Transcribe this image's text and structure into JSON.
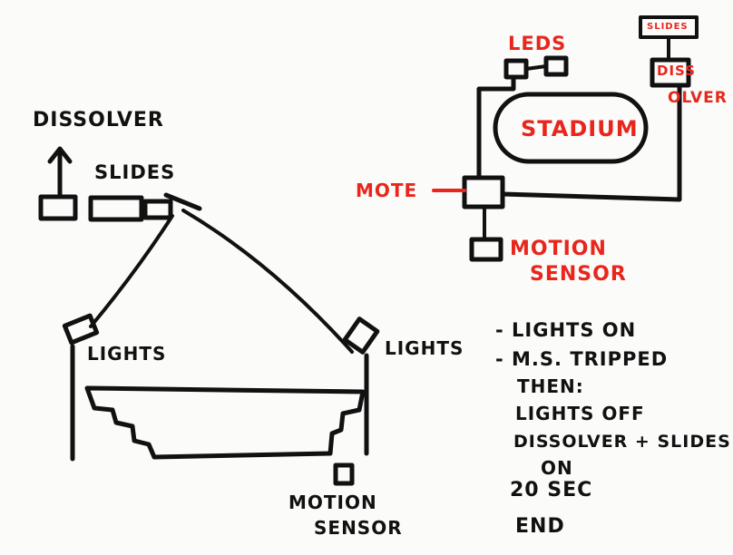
{
  "colors": {
    "ink": "#111111",
    "accent": "#e8261c",
    "paper": "#fbfbfa"
  },
  "left_diagram": {
    "dissolver": "DISSOLVER",
    "slides": "SLIDES",
    "lights_left": "LIGHTS",
    "lights_right": "LIGHTS",
    "motion_sensor": [
      "MOTION",
      "SENSOR"
    ]
  },
  "right_diagram": {
    "slides": "SLIDES",
    "leds": "LEDS",
    "dissolver": [
      "DISS",
      "OLVER"
    ],
    "stadium": "STADIUM",
    "mote": "MOTE",
    "motion_sensor": [
      "MOTION",
      "SENSOR"
    ]
  },
  "notes": {
    "lines": [
      "- LIGHTS ON",
      "- M.S. TRIPPED",
      "THEN:",
      "LIGHTS OFF",
      "DISSOLVER + SLIDES",
      "ON",
      "20 SEC",
      "END"
    ]
  }
}
